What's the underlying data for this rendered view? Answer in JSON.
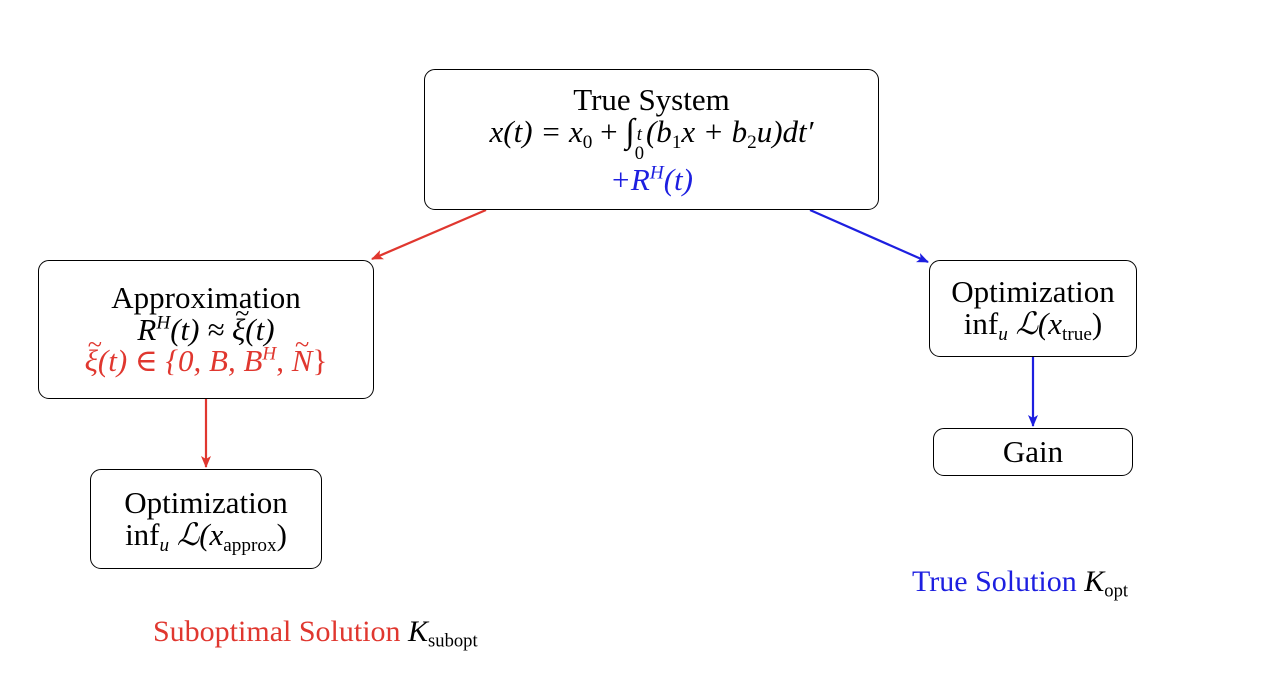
{
  "nodes": {
    "true_system": {
      "title": "True System",
      "eq_lhs": "x(t) = x",
      "eq_int_upper": "t",
      "eq_int_lower": "0",
      "eq_rhs": "(b",
      "eq_rest": "x + b",
      "eq_tail": "u)dt′",
      "noise_term": "+R",
      "noise_sup": "H",
      "noise_arg": "(t)"
    },
    "approximation": {
      "title": "Approximation",
      "lhs": "R",
      "lhs_sup": "H",
      "rel": "(t) ≈",
      "xi": "ξ",
      "xi_arg": "(t)",
      "set_lhs": "ξ",
      "set_mid": "(t) ∈ {0, B, B",
      "set_sup": "H",
      "set_n": "N",
      "set_close": "}"
    },
    "opt_approx": {
      "title": "Optimization",
      "inf": "inf",
      "inf_sub": "u",
      "loss": "ℒ",
      "arg_open": "(x",
      "arg_sub": "approx",
      "arg_close": ")"
    },
    "opt_true": {
      "title": "Optimization",
      "inf": "inf",
      "inf_sub": "u",
      "loss": "ℒ",
      "arg_open": "(x",
      "arg_sub": "true",
      "arg_close": ")"
    },
    "gain": {
      "title": "Gain"
    }
  },
  "captions": {
    "suboptimal": {
      "label": "Suboptimal Solution",
      "symbol": "K",
      "sub": "subopt"
    },
    "true": {
      "label": "True Solution",
      "symbol": "K",
      "sub": "opt"
    }
  },
  "colors": {
    "suboptimal_path": "#e0372f",
    "true_path": "#1d1fe0"
  }
}
